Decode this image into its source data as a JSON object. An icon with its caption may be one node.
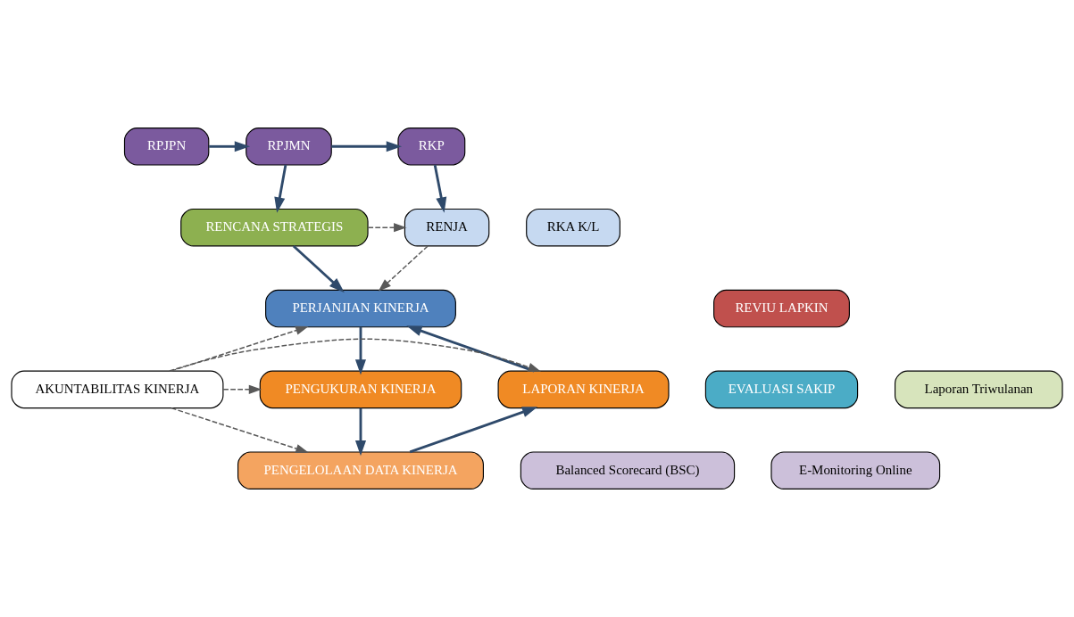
{
  "diagram": {
    "nodes": [
      {
        "text": [
          "RPJPN"
        ]
      },
      {
        "text": [
          "RPJMN"
        ]
      },
      {
        "text": [
          "RKP"
        ]
      },
      {
        "text": [
          "RENCANA STRATEGIS"
        ]
      },
      {
        "text": [
          "RENJA"
        ]
      },
      {
        "text": [
          "RKA K/L"
        ]
      },
      {
        "text": [
          "REVIU LAPKIN"
        ]
      },
      {
        "text": [
          "EVALUASI SAKIP"
        ]
      },
      {
        "text": [
          "PERJANJIAN KINERJA"
        ]
      },
      {
        "text": [
          "LAPORAN KINERJA"
        ]
      },
      {
        "text": [
          "AKUNTABILITAS KINERJA"
        ]
      },
      {
        "text": [
          "PENGUKURAN KINERJA"
        ]
      },
      {
        "text": [
          "Laporan Triwulanan"
        ]
      },
      {
        "text": [
          "PENGELOLAAN DATA KINERJA"
        ]
      },
      {
        "text": [
          "Balanced Scorecard (BSC)"
        ]
      },
      {
        "text": [
          "E-Monitoring Online"
        ]
      }
    ],
    "edges": [
      {
        "from": 0,
        "to": 1,
        "arrow": "to"
      },
      {
        "from": 1,
        "to": 2,
        "arrow": "to"
      },
      {
        "from": 1,
        "to": 3,
        "arrow": "to"
      },
      {
        "from": 2,
        "to": 4,
        "arrow": "to"
      },
      {
        "from": 3,
        "to": 4,
        "arrow": "to",
        "style": "dashed",
        "color": "#595959"
      },
      {
        "from": 3,
        "to": 8,
        "arrow": "to"
      },
      {
        "from": 4,
        "to": 8,
        "arrow": "to",
        "style": "dashed",
        "color": "#595959"
      },
      {
        "from": 8,
        "to": 11,
        "arrow": "to"
      },
      {
        "from": 11,
        "to": 13,
        "arrow": "to"
      },
      {
        "from": 13,
        "to": 9,
        "arrow": "to"
      },
      {
        "from": 9,
        "to": 8,
        "arrow": "to"
      },
      {
        "from": 10,
        "to": 8,
        "arrow": "to",
        "style": "dashed",
        "color": "#595959"
      },
      {
        "from": 10,
        "to": 9,
        "arrow": "to",
        "style": "dashed",
        "color": "#595959"
      },
      {
        "from": 10,
        "to": 11,
        "arrow": "to",
        "style": "dashed",
        "color": "#595959"
      },
      {
        "from": 10,
        "to": 13,
        "arrow": "to",
        "style": "dashed",
        "color": "#595959"
      }
    ]
  }
}
